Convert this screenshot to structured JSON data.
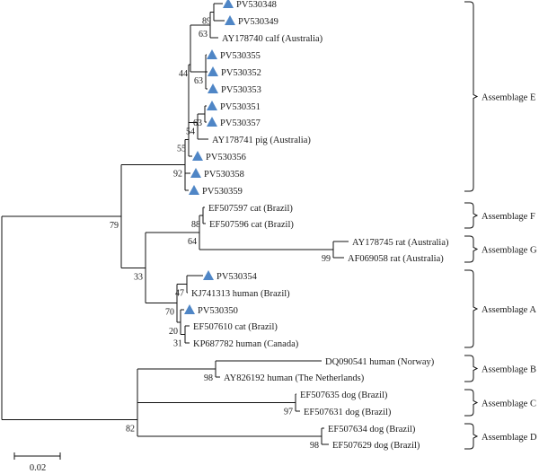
{
  "tree": {
    "scale_bar_label": "0.02",
    "marker_color": "#4f86c6",
    "taxa": [
      {
        "id": "t1",
        "label": "PV530348",
        "marked": true
      },
      {
        "id": "t2",
        "label": "PV530349",
        "marked": true
      },
      {
        "id": "t3",
        "label": "AY178740 calf (Australia)",
        "marked": false
      },
      {
        "id": "t4",
        "label": "PV530355",
        "marked": true
      },
      {
        "id": "t5",
        "label": "PV530352",
        "marked": true
      },
      {
        "id": "t6",
        "label": "PV530353",
        "marked": true
      },
      {
        "id": "t7",
        "label": "PV530351",
        "marked": true
      },
      {
        "id": "t8",
        "label": "PV530357",
        "marked": true
      },
      {
        "id": "t9",
        "label": "AY178741 pig (Australia)",
        "marked": false
      },
      {
        "id": "t10",
        "label": "PV530356",
        "marked": true
      },
      {
        "id": "t11",
        "label": "PV530358",
        "marked": true
      },
      {
        "id": "t12",
        "label": "PV530359",
        "marked": true
      },
      {
        "id": "t13",
        "label": "EF507597 cat (Brazil)",
        "marked": false
      },
      {
        "id": "t14",
        "label": "EF507596 cat (Brazil)",
        "marked": false
      },
      {
        "id": "t15",
        "label": "AY178745 rat (Australia)",
        "marked": false
      },
      {
        "id": "t16",
        "label": "AF069058 rat (Australia)",
        "marked": false
      },
      {
        "id": "t17",
        "label": "PV530354",
        "marked": true
      },
      {
        "id": "t18",
        "label": "KJ741313 human (Brazil)",
        "marked": false
      },
      {
        "id": "t19",
        "label": "PV530350",
        "marked": true
      },
      {
        "id": "t20",
        "label": "EF507610 cat (Brazil)",
        "marked": false
      },
      {
        "id": "t21",
        "label": "KP687782 human (Canada)",
        "marked": false
      },
      {
        "id": "t22",
        "label": "DQ090541 human (Norway)",
        "marked": false
      },
      {
        "id": "t23",
        "label": "AY826192 human (The Netherlands)",
        "marked": false
      },
      {
        "id": "t24",
        "label": "EF507635 dog (Brazil)",
        "marked": false
      },
      {
        "id": "t25",
        "label": "EF507631 dog (Brazil)",
        "marked": false
      },
      {
        "id": "t26",
        "label": "EF507634 dog (Brazil)",
        "marked": false
      },
      {
        "id": "t27",
        "label": "EF507629 dog (Brazil)",
        "marked": false
      }
    ],
    "bootstrap": [
      {
        "node": "n_89",
        "value": "89"
      },
      {
        "node": "n_63a",
        "value": "63"
      },
      {
        "node": "n_63b",
        "value": "63"
      },
      {
        "node": "n_44",
        "value": "44"
      },
      {
        "node": "n_63c",
        "value": "63"
      },
      {
        "node": "n_54",
        "value": "54"
      },
      {
        "node": "n_55",
        "value": "55"
      },
      {
        "node": "n_92",
        "value": "92"
      },
      {
        "node": "n_88",
        "value": "88"
      },
      {
        "node": "n_99a",
        "value": "99"
      },
      {
        "node": "n_64",
        "value": "64"
      },
      {
        "node": "n_47",
        "value": "47"
      },
      {
        "node": "n_31",
        "value": "31"
      },
      {
        "node": "n_20",
        "value": "20"
      },
      {
        "node": "n_70",
        "value": "70"
      },
      {
        "node": "n_33",
        "value": "33"
      },
      {
        "node": "n_79",
        "value": "79"
      },
      {
        "node": "n_98a",
        "value": "98"
      },
      {
        "node": "n_97",
        "value": "97"
      },
      {
        "node": "n_98b",
        "value": "98"
      },
      {
        "node": "n_82",
        "value": "82"
      }
    ],
    "assemblages": [
      {
        "id": "asmE",
        "label": "Assemblage E"
      },
      {
        "id": "asmF",
        "label": "Assemblage F"
      },
      {
        "id": "asmG",
        "label": "Assemblage G"
      },
      {
        "id": "asmA",
        "label": "Assemblage A"
      },
      {
        "id": "asmB",
        "label": "Assemblage B"
      },
      {
        "id": "asmC",
        "label": "Assemblage C"
      },
      {
        "id": "asmD",
        "label": "Assemblage D"
      }
    ]
  }
}
